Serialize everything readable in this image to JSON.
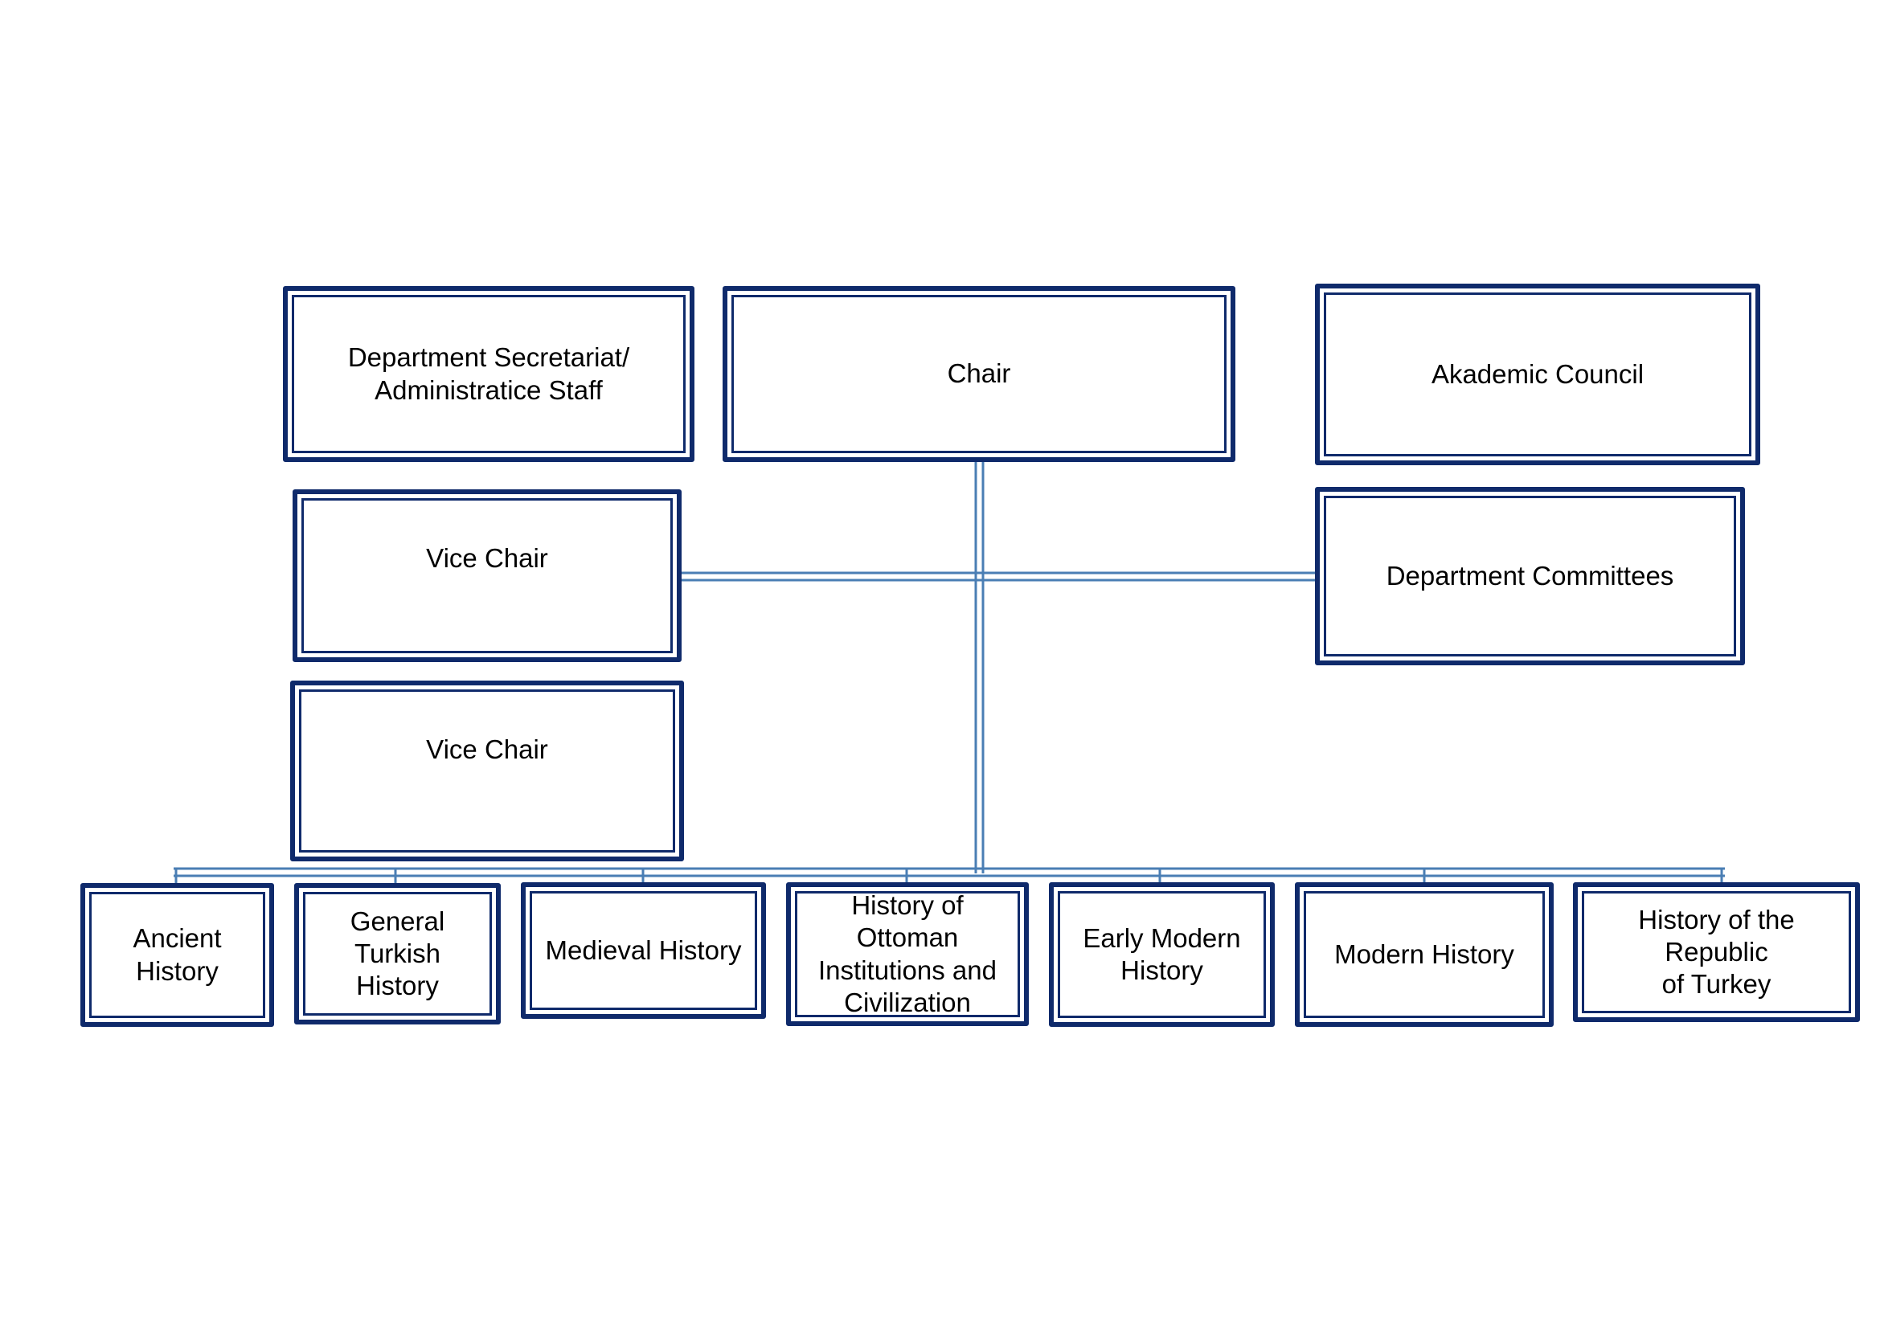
{
  "diagram": {
    "type": "org-chart",
    "colors": {
      "box_border": "#0f2a6b",
      "connector": "#4a7eb4",
      "text": "#000000"
    },
    "nodes": {
      "secretariat": "Department Secretariat/\nAdministratice Staff",
      "chair": "Chair",
      "academic_council": "Akademic Council",
      "vice_chair_1": "Vice Chair",
      "vice_chair_2": "Vice Chair",
      "committees": "Department Committees",
      "ancient": "Ancient\nHistory",
      "general_turkish": "General Turkish\nHistory",
      "medieval": "Medieval History",
      "ottoman": "History of Ottoman\nInstitutions and\nCivilization",
      "early_modern": "Early Modern\nHistory",
      "modern": "Modern History",
      "republic": "History of the Republic\nof Turkey"
    },
    "edges": [
      [
        "chair",
        "vice_chair_1"
      ],
      [
        "chair",
        "committees"
      ],
      [
        "chair",
        "ancient"
      ],
      [
        "chair",
        "general_turkish"
      ],
      [
        "chair",
        "medieval"
      ],
      [
        "chair",
        "ottoman"
      ],
      [
        "chair",
        "early_modern"
      ],
      [
        "chair",
        "modern"
      ],
      [
        "chair",
        "republic"
      ]
    ]
  }
}
